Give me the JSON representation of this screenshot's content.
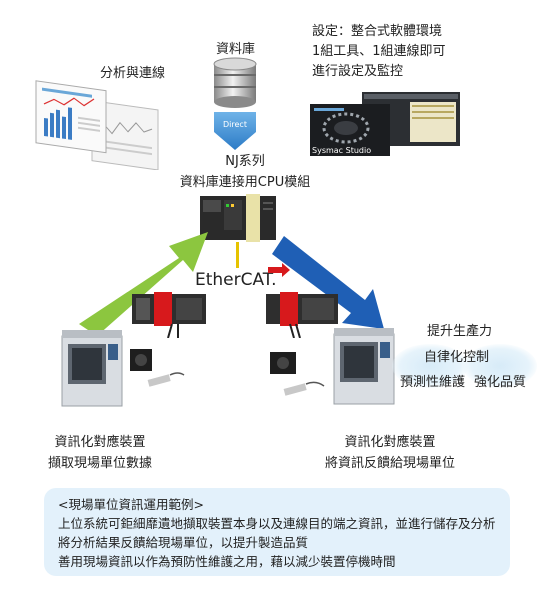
{
  "top": {
    "analysis_label": "分析與連線",
    "database_label": "資料庫",
    "database_direct": "Direct",
    "settings_lines": [
      "設定：整合式軟體環境",
      "1組工具、1組連線即可",
      "進行設定及監控"
    ],
    "sysmac_caption": "Sysmac Studio"
  },
  "center": {
    "nj_series": "NJ系列",
    "cpu_module": "資料庫連接用CPU模組",
    "ethercat_logo": "EtherCAT."
  },
  "left": {
    "caption_line1": "資訊化對應裝置",
    "caption_line2": "擷取現場單位數據"
  },
  "right": {
    "caption_line1": "資訊化對應裝置",
    "caption_line2": "將資訊反饋給現場單位",
    "benefits": [
      "提升生產力",
      "自律化控制",
      "預測性維護",
      "強化品質"
    ]
  },
  "panel": {
    "title": "<現場單位資訊運用範例>",
    "lines": [
      "上位系統可鉅細靡遺地擷取裝置本身以及連線目的端之資訊，並進行儲存及分析",
      "將分析結果反饋給現場單位，以提升製造品質",
      "善用現場資訊以作為預防性維護之用，藉以減少裝置停機時間"
    ]
  },
  "colors": {
    "up_arrow": "#8cc63f",
    "down_arrow": "#1f5fb5",
    "plc_red": "#d7191c",
    "panel_bg": "#e3f1fb"
  }
}
